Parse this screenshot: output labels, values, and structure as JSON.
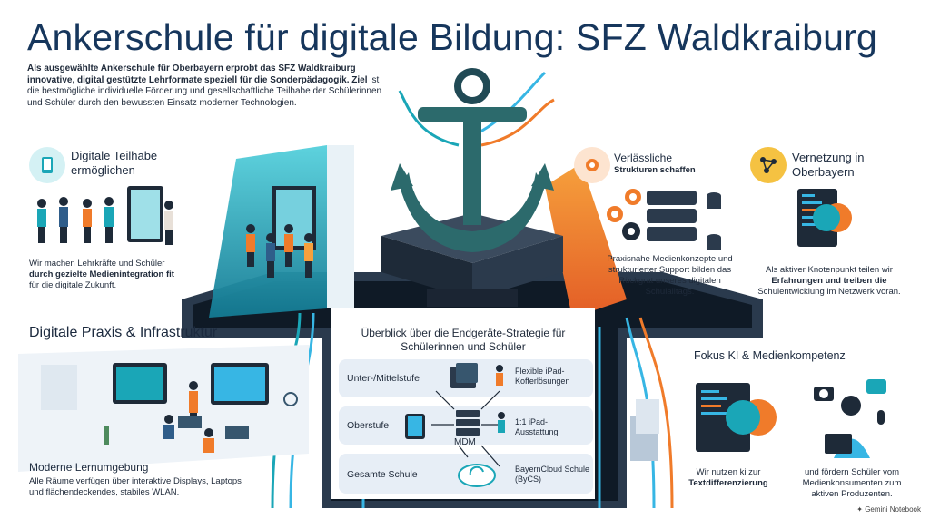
{
  "title": "Ankerschule für digitale Bildung: SFZ Waldkraiburg",
  "intro": {
    "bold": "Als ausgewählte Ankerschule für Oberbayern erprobt das SFZ Waldkraiburg innovative, digital gestützte Lehrformate speziell für die Sonderpädagogik.",
    "bold2": "Ziel",
    "rest": "ist die bestmögliche individuelle Förderung und gesellschaftliche Teilhabe der Schülerinnen und Schüler durch den bewussten Einsatz moderner Technologien."
  },
  "teilhabe": {
    "title": "Digitale Teilhabe ermöglichen",
    "text1": "Wir machen Lehrkräfte und Schüler",
    "text2": "durch gezielte Medienintegration fit",
    "text3": "für die digitale Zukunft."
  },
  "strukturen": {
    "title1": "Verlässliche",
    "title2": "Strukturen schaffen",
    "text": "Praxisnahe Medienkonzepte und strukturierter Support bilden das Rückgrat unseres digitalen Schulalltags."
  },
  "vernetzung": {
    "title": "Vernetzung in Oberbayern",
    "text1": "Als aktiver Knotenpunkt teilen wir",
    "text2": "Erfahrungen und treiben die",
    "text3": "Schulentwicklung im Netzwerk voran."
  },
  "praxis": {
    "title": "Digitale Praxis & Infrastruktur",
    "sub": "Moderne Lernumgebung",
    "text": "Alle Räume verfügen über interaktive Displays, Laptops und flächendeckendes, stabiles WLAN."
  },
  "strategie": {
    "title": "Überblick über die Endgeräte-Strategie für Schülerinnen und Schüler",
    "rows": [
      {
        "label": "Unter-/Mittelstufe",
        "right": "Flexible iPad-Kofferlösungen"
      },
      {
        "label": "Oberstufe",
        "right": "1:1 iPad-Ausstattung"
      },
      {
        "label": "Gesamte Schule",
        "right": "BayernCloud Schule (ByCS)"
      }
    ],
    "mdm": "MDM"
  },
  "ki": {
    "title": "Fokus KI & Medienkompetenz",
    "left1": "Wir nutzen ki zur",
    "left2": "Textdifferenzierung",
    "right": "und fördern Schüler vom Medienkonsumenten zum aktiven Produzenten."
  },
  "footer": "Gemini Notebook",
  "colors": {
    "navy": "#16365c",
    "teal": "#1aa6b7",
    "orange": "#f07b2a",
    "cyan": "#37b6e4",
    "dark": "#1e2a38"
  }
}
